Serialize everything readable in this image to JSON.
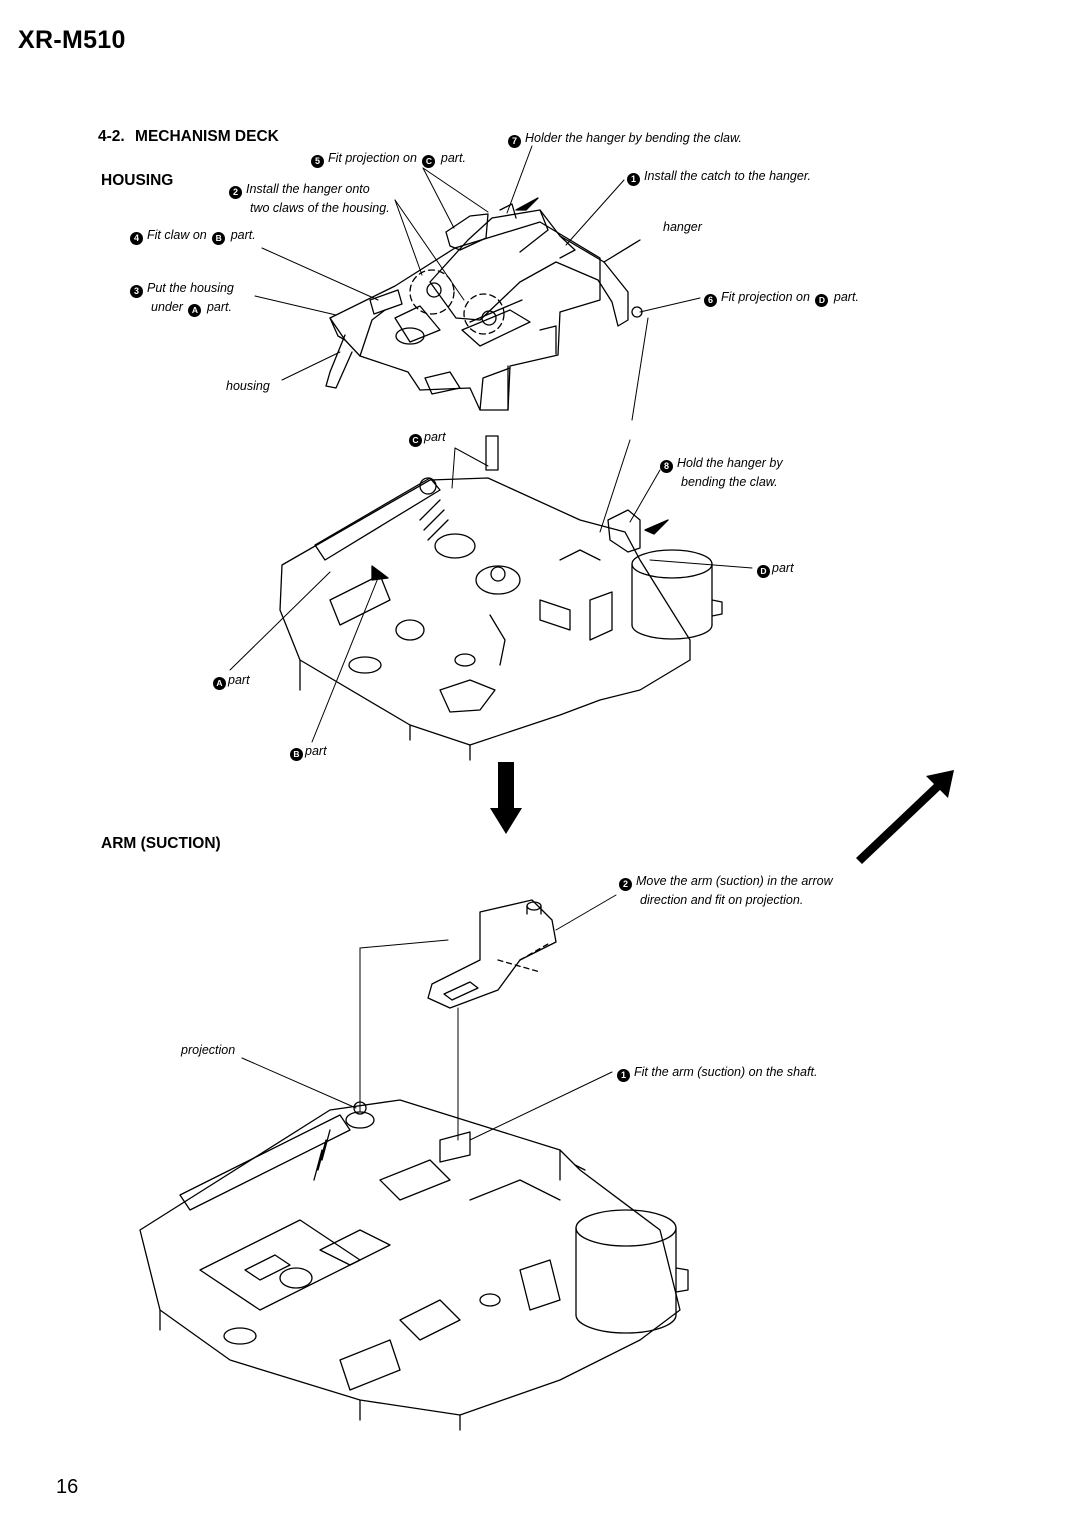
{
  "header": {
    "model": "XR-M510"
  },
  "section": {
    "number": "4-2.",
    "title": "MECHANISM  DECK",
    "sub_housing": "HOUSING",
    "sub_arm": "ARM (SUCTION)"
  },
  "housing_callouts": {
    "c7": {
      "num": "7",
      "text": "Holder the hanger by bending the claw."
    },
    "c5": {
      "num": "5",
      "pre": "Fit projection on",
      "letter": "C",
      "post": "part."
    },
    "c1": {
      "num": "1",
      "text": "Install the catch to the hanger."
    },
    "c2": {
      "num": "2",
      "line1": "Install the hanger onto",
      "line2": "two claws of the housing."
    },
    "c4": {
      "num": "4",
      "pre": "Fit claw on",
      "letter": "B",
      "post": "part."
    },
    "c3": {
      "num": "3",
      "line1": "Put the housing",
      "pre2": "under",
      "letter": "A",
      "post2": "part."
    },
    "c6": {
      "num": "6",
      "pre": "Fit projection on",
      "letter": "D",
      "post": "part."
    },
    "c8": {
      "num": "8",
      "line1": "Hold the hanger by",
      "line2": "bending the claw."
    },
    "hanger": "hanger",
    "housing": "housing",
    "part_c": {
      "letter": "C",
      "text": "part"
    },
    "part_d": {
      "letter": "D",
      "text": "part"
    },
    "part_a": {
      "letter": "A",
      "text": "part"
    },
    "part_b": {
      "letter": "B",
      "text": "part"
    }
  },
  "arm_callouts": {
    "c2": {
      "num": "2",
      "line1": "Move the arm (suction) in the arrow",
      "line2": "direction and fit on projection."
    },
    "projection": "projection",
    "c1": {
      "num": "1",
      "text": "Fit the arm (suction) on the shaft."
    }
  },
  "footer": {
    "page_number": "16"
  }
}
